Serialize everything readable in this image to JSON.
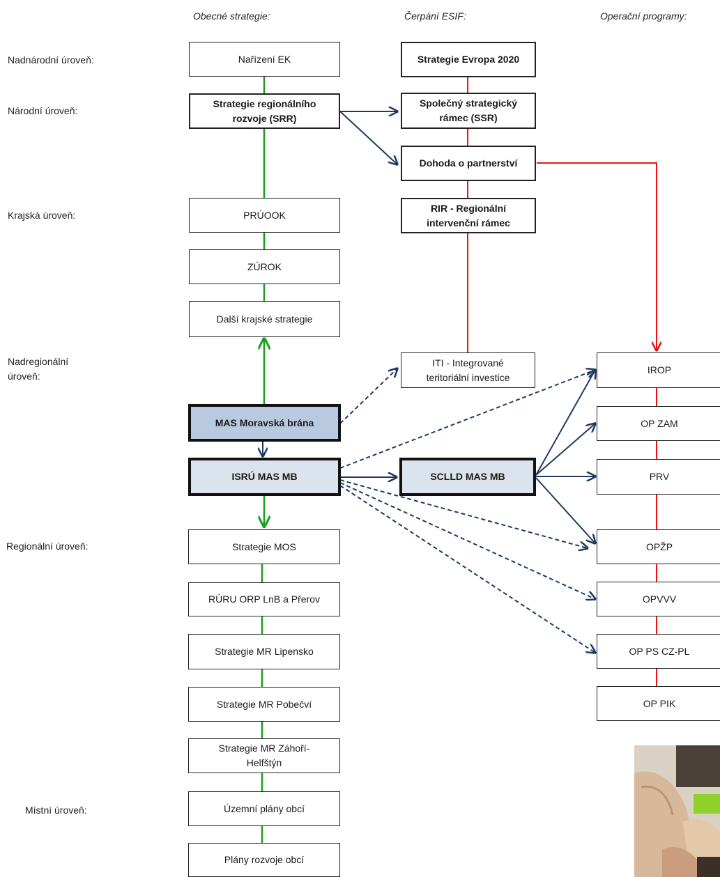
{
  "column_headers": {
    "strategies": "Obecné strategie:",
    "esif": "Čerpání ESIF:",
    "programs": "Operační programy:"
  },
  "levels": {
    "supranational": "Nadnárodní úroveň:",
    "national": "Národní úroveň:",
    "regional_county": "Krajská úroveň:",
    "supraregional": "Nadregionální\núroveň:",
    "regional": "Regionální úroveň:",
    "local": "Místní úroveň:"
  },
  "boxes": {
    "narizeni_ek": "Nařízení EK",
    "srr": "Strategie regionálního\nrozvoje (SRR)",
    "pruook": "PRÚOOK",
    "zurok": "ZÚROK",
    "dalsi_krajske": "Další krajské strategie",
    "mas_mb": "MAS Moravská brána",
    "isru": "ISRÚ MAS MB",
    "strategie_mos": "Strategie MOS",
    "ruru_orp": "RÚRU ORP LnB a Přerov",
    "mr_lipensko": "Strategie MR Lipensko",
    "mr_pobecvi": "Strategie MR Pobečví",
    "mr_zahori": "Strategie MR Záhoří-\nHelfštýn",
    "uzemni_plany": "Územní plány obcí",
    "plany_rozvoje": "Plány rozvoje obcí",
    "evropa_2020": "Strategie Evropa 2020",
    "ssr": "Společný strategický\nrámec (SSR)",
    "dohoda": "Dohoda o partnerství",
    "rir": "RIR - Regionální\nintervenční rámec",
    "iti": "ITI - Integrované\nteritoriální investice",
    "sclld": "SCLLD MAS MB",
    "irop": "IROP",
    "op_zam": "OP ZAM",
    "prv": "PRV",
    "opzp": "OPŽP",
    "opvvv": "OPVVV",
    "op_ps": "OP PS CZ-PL",
    "op_pik": "OP PIK"
  },
  "colors": {
    "green_line": "#1e9e1e",
    "red_line": "#ee1111",
    "navy_arrow": "#1f3a5f",
    "mas_fill": "#b9c9df",
    "isru_fill": "#dae3ee"
  }
}
